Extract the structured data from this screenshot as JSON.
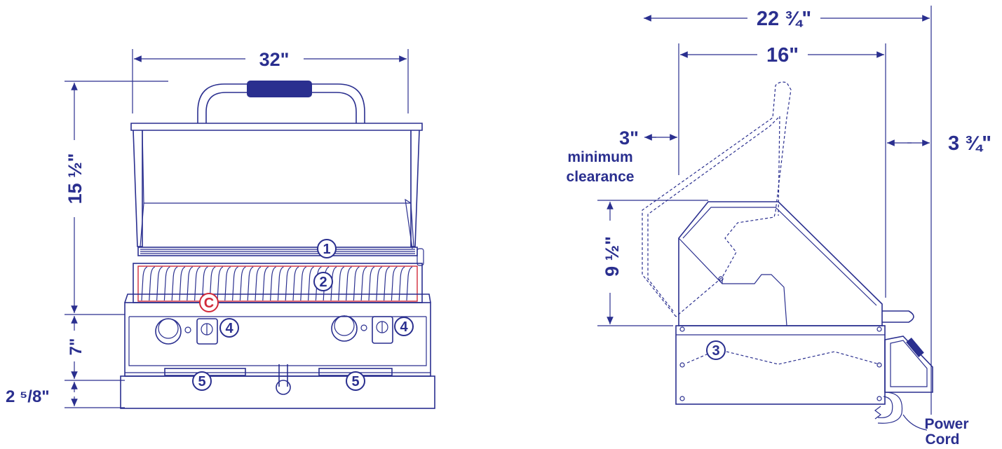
{
  "front_view": {
    "width_label": "32\"",
    "height_label": "15 ½\"",
    "base_height_label": "7\"",
    "foot_height_label": "2 ⁵/8\""
  },
  "side_view": {
    "depth_total_label": "22 ¾\"",
    "depth_grill_label": "16\"",
    "clearance_value": "3\"",
    "clearance_line1": "minimum",
    "clearance_line2": "clearance",
    "rear_clearance_label": "3 ¾\"",
    "hood_height_label": "9 ½\"",
    "power_cord_line1": "Power",
    "power_cord_line2": "Cord"
  },
  "callouts": [
    {
      "label": "1"
    },
    {
      "label": "2"
    },
    {
      "label": "C"
    },
    {
      "label": "4"
    },
    {
      "label": "4"
    },
    {
      "label": "5"
    },
    {
      "label": "5"
    },
    {
      "label": "3"
    }
  ],
  "colors": {
    "ink": "#2a2f8f",
    "handle": "#2a2f8f",
    "cooking_area": "#d12a3a"
  }
}
